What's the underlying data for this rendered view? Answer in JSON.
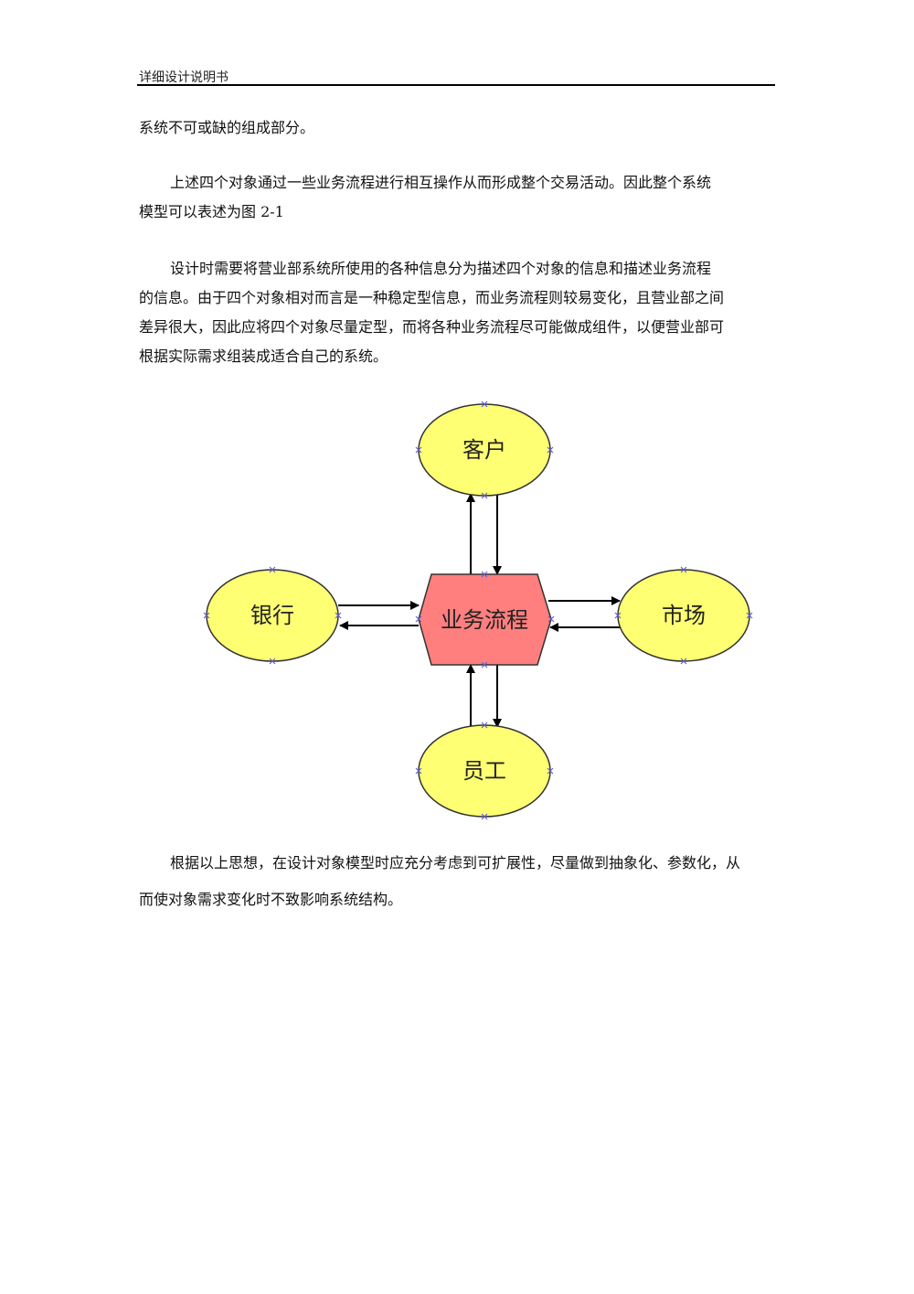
{
  "header": {
    "title": "详细设计说明书"
  },
  "paragraphs": [
    {
      "lines": [
        "系统不可或缺的组成部分。"
      ]
    },
    {
      "lines": [
        "上述四个对象通过一些业务流程进行相互操作从而形成整个交易活动。因此整个系统",
        "模型可以表述为图 2-1"
      ]
    },
    {
      "lines": [
        "设计时需要将营业部系统所使用的各种信息分为描述四个对象的信息和描述业务流程",
        "的信息。由于四个对象相对而言是一种稳定型信息，而业务流程则较易变化，且营业部之间",
        "差异很大，因此应将四个对象尽量定型，而将各种业务流程尽可能做成组件，以便营业部可",
        "根据实际需求组装成适合自己的系统。"
      ]
    },
    {
      "lines": [
        "根据以上思想，在设计对象模型时应充分考虑到可扩展性，尽量做到抽象化、参数化，从",
        "而使对象需求变化时不致影响系统结构。"
      ]
    }
  ],
  "diagram": {
    "center": {
      "label": "业务流程",
      "fill": "#ff7f7f"
    },
    "nodes": {
      "customer": {
        "label": "客户"
      },
      "bank": {
        "label": "银行"
      },
      "market": {
        "label": "市场"
      },
      "staff": {
        "label": "员工"
      }
    },
    "node_fill": "#ffff73",
    "handle_color": "#6060d0"
  }
}
